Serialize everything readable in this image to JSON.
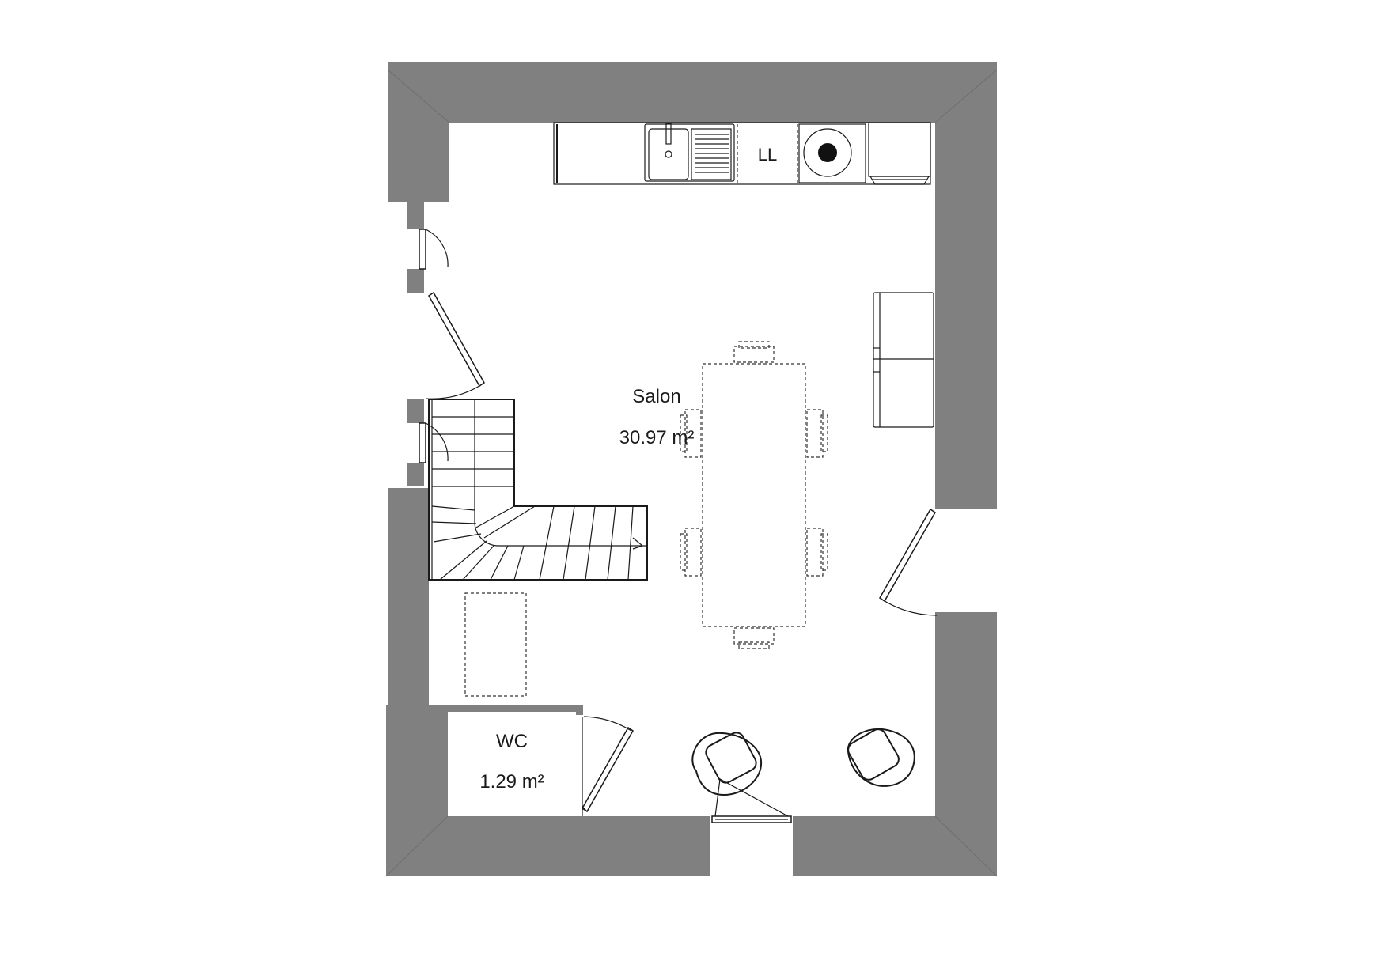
{
  "rooms": [
    {
      "name": "Salon",
      "area": "30.97 m²"
    },
    {
      "name": "WC",
      "area": "1.29 m²"
    }
  ],
  "fixtures": {
    "washing_machine_label": "LL"
  },
  "colors": {
    "wall": "#808080",
    "line": "#1a1a1a",
    "background": "#ffffff"
  }
}
